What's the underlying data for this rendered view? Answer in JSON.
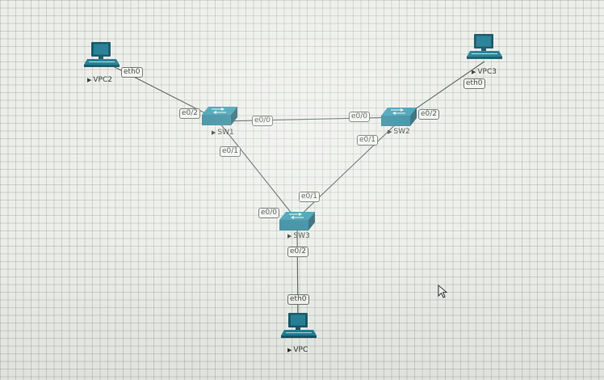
{
  "topology": {
    "nodes": {
      "vpc2": {
        "name": "VPC2",
        "type": "vpc",
        "icon": "desktop-computer-icon"
      },
      "vpc3": {
        "name": "VPC3",
        "type": "vpc",
        "icon": "desktop-computer-icon"
      },
      "vpc": {
        "name": "VPC",
        "type": "vpc",
        "icon": "desktop-computer-icon"
      },
      "sw1": {
        "name": "SW1",
        "type": "switch",
        "icon": "switch-icon"
      },
      "sw2": {
        "name": "SW2",
        "type": "switch",
        "icon": "switch-icon"
      },
      "sw3": {
        "name": "SW3",
        "type": "switch",
        "icon": "switch-icon"
      }
    },
    "links": [
      {
        "from": "VPC2",
        "from_port": "eth0",
        "to": "SW1",
        "to_port": "e0/2"
      },
      {
        "from": "SW1",
        "from_port": "e0/0",
        "to": "SW2",
        "to_port": "e0/0"
      },
      {
        "from": "SW2",
        "from_port": "e0/2",
        "to": "VPC3",
        "to_port": "eth0"
      },
      {
        "from": "SW1",
        "from_port": "e0/1",
        "to": "SW3",
        "to_port": "e0/0"
      },
      {
        "from": "SW2",
        "from_port": "e0/1",
        "to": "SW3",
        "to_port": "e0/1"
      },
      {
        "from": "SW3",
        "from_port": "e0/2",
        "to": "VPC",
        "to_port": "eth0"
      }
    ]
  },
  "colors": {
    "device": "#1f7e94",
    "device_dark": "#135566",
    "link": "#4d5a57"
  }
}
